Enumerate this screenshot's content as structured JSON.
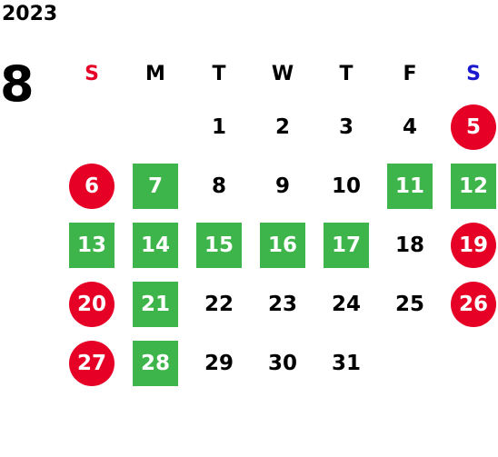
{
  "calendar": {
    "year": "2023",
    "month": "8",
    "colors": {
      "holiday_circle": "#e60026",
      "closed_square": "#3db54a",
      "sunday_header": "#e60026",
      "saturday_header": "#1a1acc",
      "text": "#000000"
    },
    "weekdays": [
      {
        "label": "S",
        "kind": "sunday"
      },
      {
        "label": "M",
        "kind": "normal"
      },
      {
        "label": "T",
        "kind": "normal"
      },
      {
        "label": "W",
        "kind": "normal"
      },
      {
        "label": "T",
        "kind": "normal"
      },
      {
        "label": "F",
        "kind": "normal"
      },
      {
        "label": "S",
        "kind": "saturday"
      }
    ],
    "weeks": [
      [
        null,
        null,
        {
          "day": "1",
          "mark": "none"
        },
        {
          "day": "2",
          "mark": "none"
        },
        {
          "day": "3",
          "mark": "none"
        },
        {
          "day": "4",
          "mark": "none"
        },
        {
          "day": "5",
          "mark": "circle"
        }
      ],
      [
        {
          "day": "6",
          "mark": "circle"
        },
        {
          "day": "7",
          "mark": "square"
        },
        {
          "day": "8",
          "mark": "none"
        },
        {
          "day": "9",
          "mark": "none"
        },
        {
          "day": "10",
          "mark": "none"
        },
        {
          "day": "11",
          "mark": "square"
        },
        {
          "day": "12",
          "mark": "square"
        }
      ],
      [
        {
          "day": "13",
          "mark": "square"
        },
        {
          "day": "14",
          "mark": "square"
        },
        {
          "day": "15",
          "mark": "square"
        },
        {
          "day": "16",
          "mark": "square"
        },
        {
          "day": "17",
          "mark": "square"
        },
        {
          "day": "18",
          "mark": "none"
        },
        {
          "day": "19",
          "mark": "circle"
        }
      ],
      [
        {
          "day": "20",
          "mark": "circle"
        },
        {
          "day": "21",
          "mark": "square"
        },
        {
          "day": "22",
          "mark": "none"
        },
        {
          "day": "23",
          "mark": "none"
        },
        {
          "day": "24",
          "mark": "none"
        },
        {
          "day": "25",
          "mark": "none"
        },
        {
          "day": "26",
          "mark": "circle"
        }
      ],
      [
        {
          "day": "27",
          "mark": "circle"
        },
        {
          "day": "28",
          "mark": "square"
        },
        {
          "day": "29",
          "mark": "none"
        },
        {
          "day": "30",
          "mark": "none"
        },
        {
          "day": "31",
          "mark": "none"
        },
        null,
        null
      ]
    ]
  }
}
